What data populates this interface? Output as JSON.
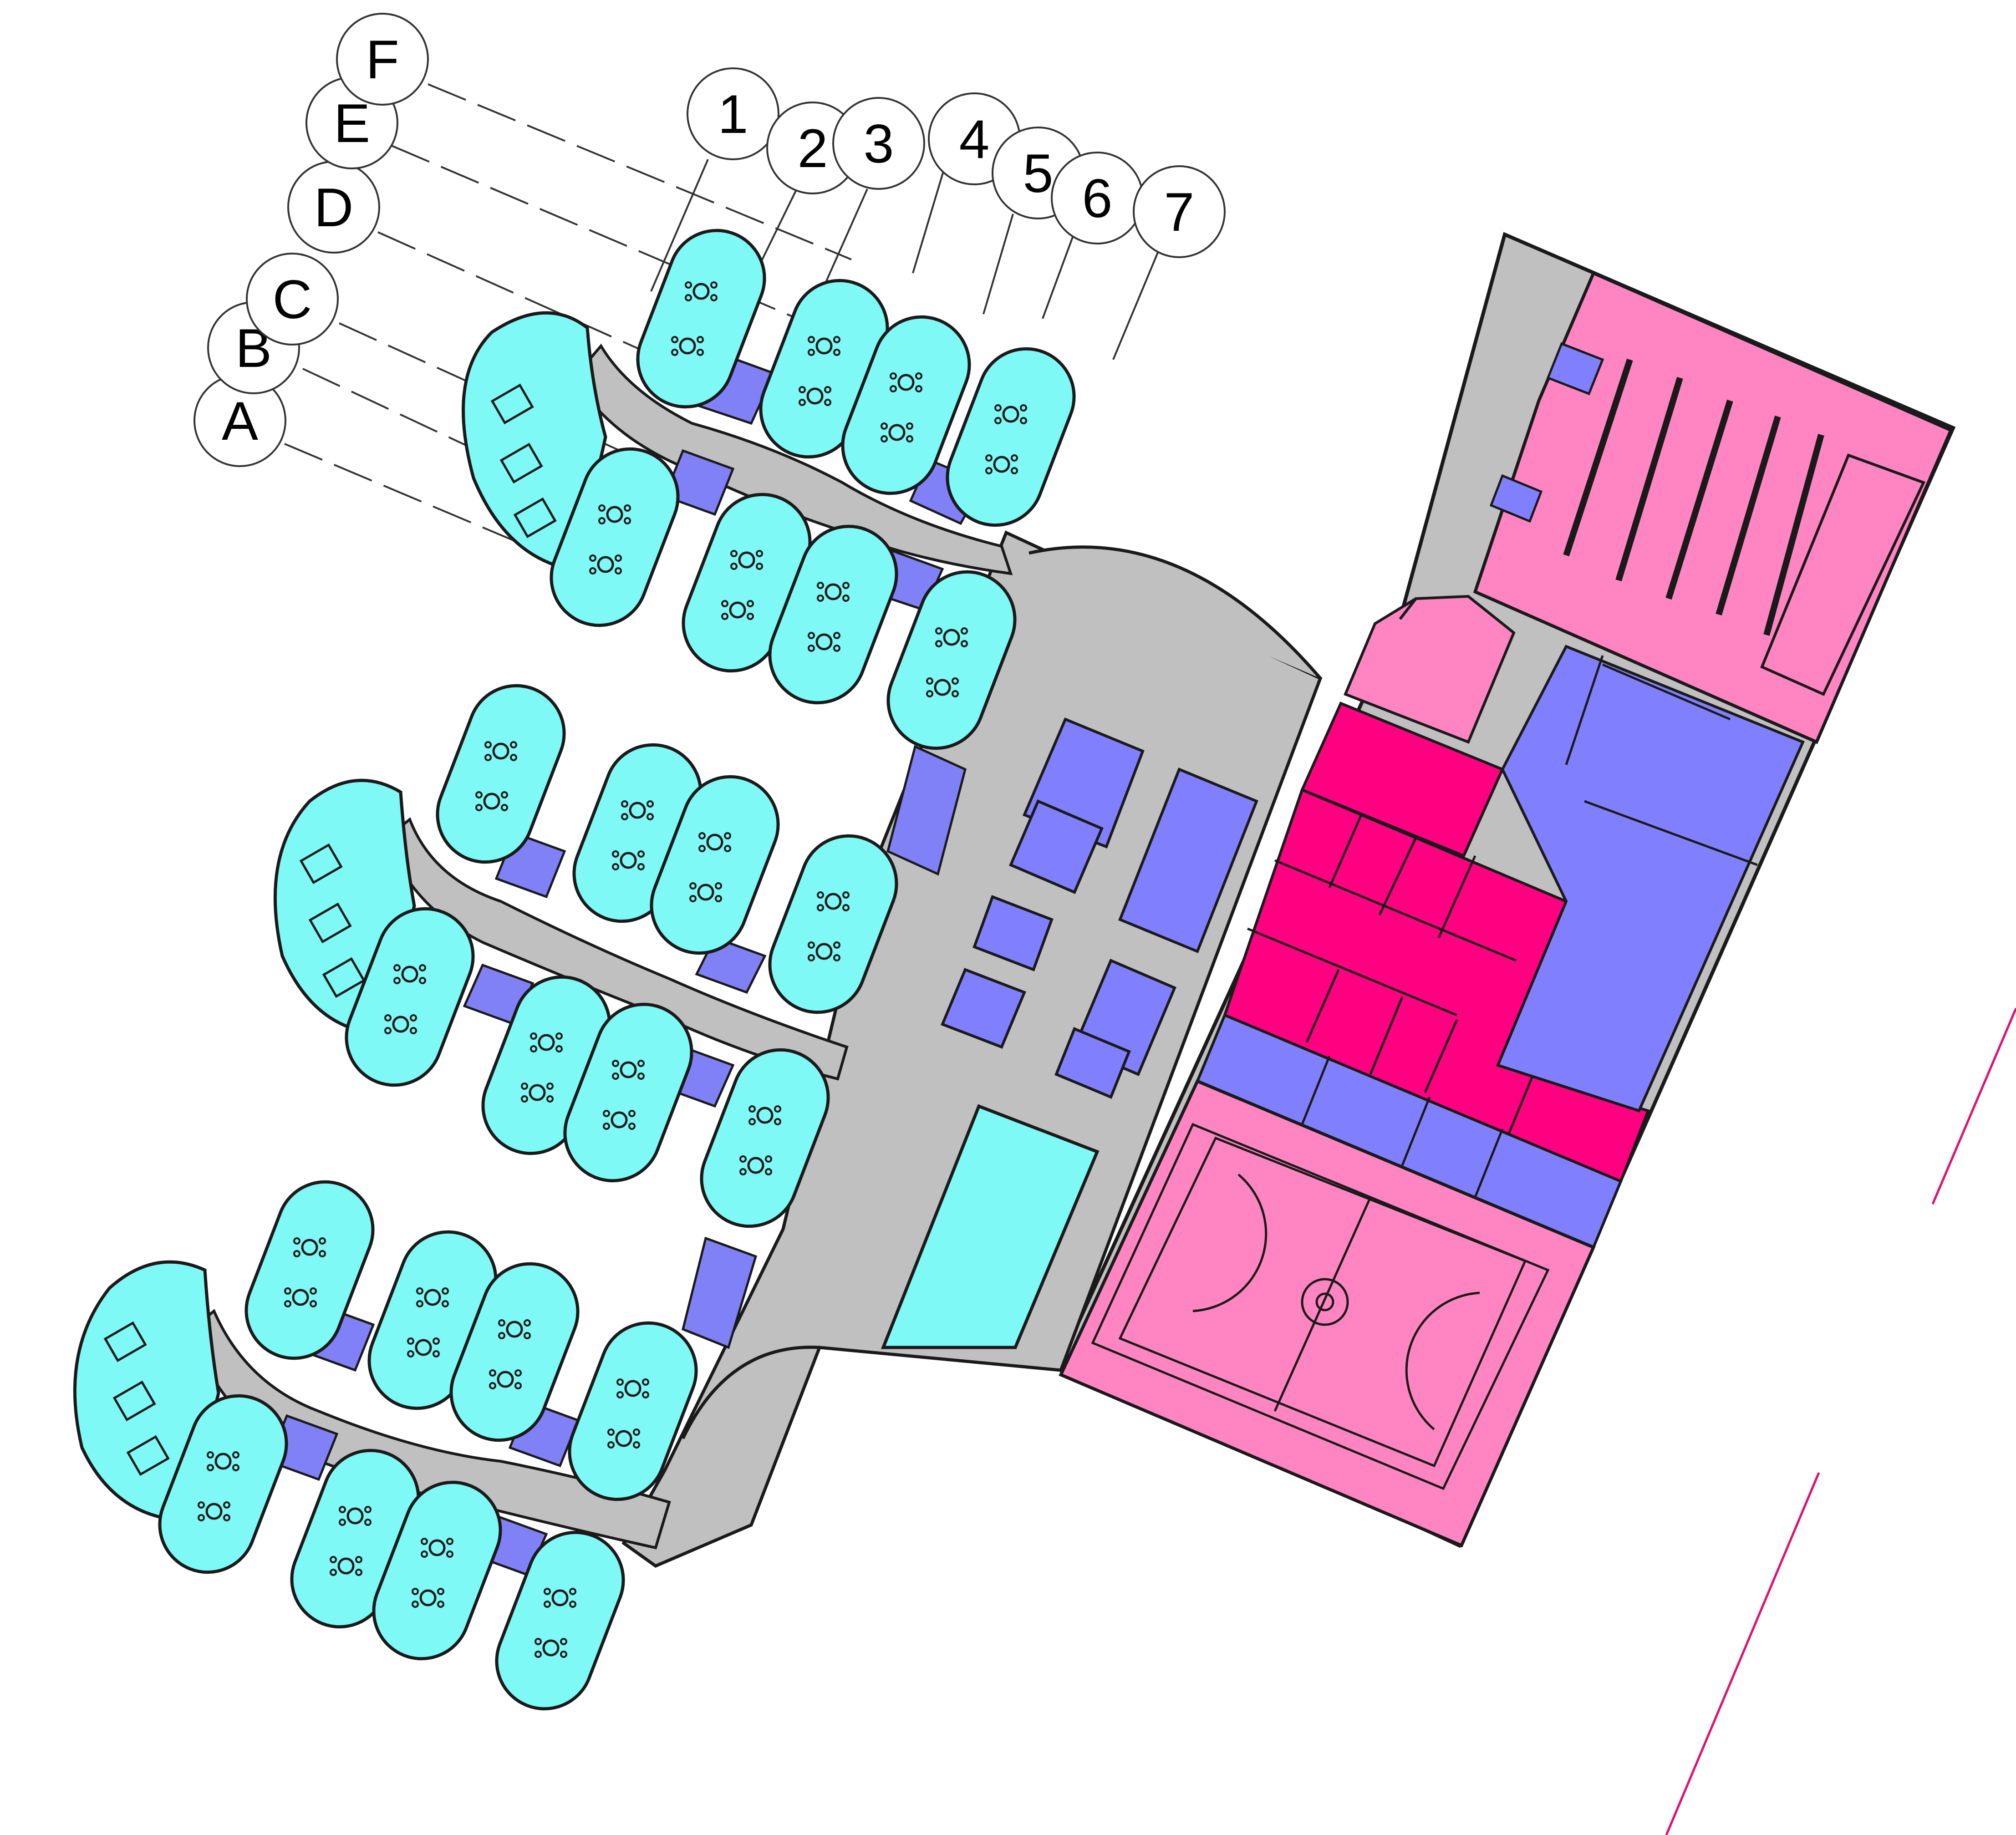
{
  "colors": {
    "classroom": "#7ef9f5",
    "link": "#8080f7",
    "corridor": "#c0c0c0",
    "hall": "#ff85c2",
    "admin": "#ff0080",
    "support": "#8080ff",
    "line": "#1a1a1a",
    "boundary": "#e0106e"
  },
  "grid": {
    "letters": [
      "A",
      "B",
      "C",
      "D",
      "E",
      "F"
    ],
    "numbers": [
      "1",
      "2",
      "3",
      "4",
      "5",
      "6",
      "7"
    ]
  }
}
